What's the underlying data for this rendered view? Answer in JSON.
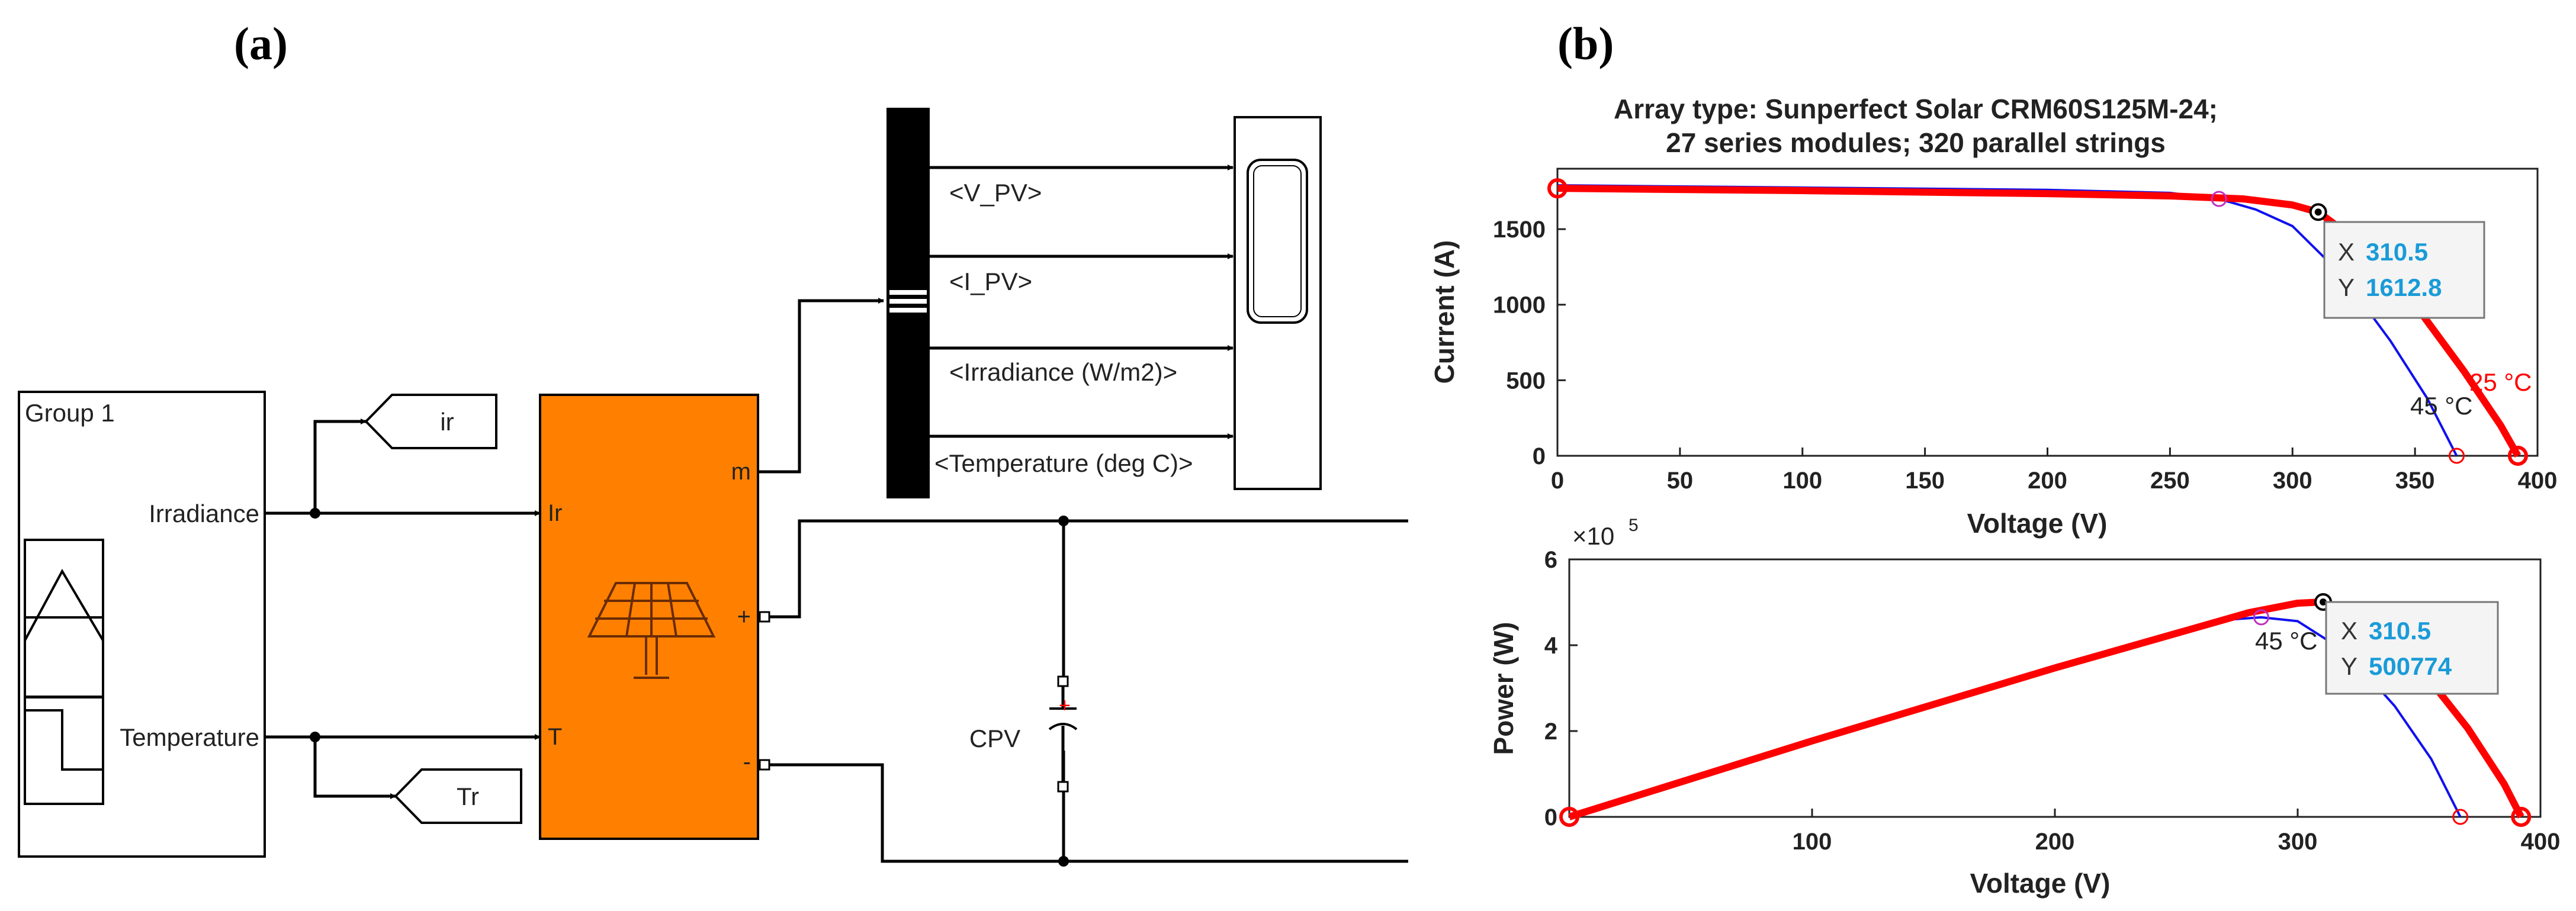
{
  "panel_a": {
    "label": "(a)",
    "group_block": {
      "title": "Group 1",
      "out1": "Irradiance",
      "out2": "Temperature"
    },
    "goto_ir": "ir",
    "goto_tr": "Tr",
    "pv_block": {
      "in1": "Ir",
      "in2": "T",
      "out_m": "m",
      "out_plus": "+",
      "out_minus": "-"
    },
    "bus_signals": [
      "<V_PV>",
      "<I_PV>",
      "<Irradiance (W/m2)>",
      "<Temperature (deg C)>"
    ],
    "capacitor": "CPV"
  },
  "panel_b": {
    "label": "(b)",
    "title_line1": "Array type: Sunperfect Solar CRM60S125M-24;",
    "title_line2": "27 series modules; 320 parallel strings",
    "iv": {
      "ylabel": "Current (A)",
      "xlabel": "Voltage (V)",
      "xticks": [
        "0",
        "50",
        "100",
        "150",
        "200",
        "250",
        "300",
        "350",
        "400"
      ],
      "yticks": [
        "0",
        "500",
        "1000",
        "1500"
      ],
      "label_45": "45 °C",
      "label_25": "25 °C",
      "tip_x_key": "X",
      "tip_x_val": "310.5",
      "tip_y_key": "Y",
      "tip_y_val": "1612.8"
    },
    "pv": {
      "ylabel": "Power (W)",
      "xlabel": "Voltage (V)",
      "exponent": "×10",
      "exponent_power": "5",
      "xticks": [
        "100",
        "200",
        "300",
        "400"
      ],
      "yticks": [
        "0",
        "2",
        "4",
        "6"
      ],
      "label_45": "45 °C",
      "tip_x_key": "X",
      "tip_x_val": "310.5",
      "tip_y_key": "Y",
      "tip_y_val": "500774"
    }
  },
  "colors": {
    "pv_block": "#ff8000",
    "curve_25": "#ff0000",
    "curve_45": "#1010ee",
    "tip_value": "#1a9bd8"
  },
  "chart_data": [
    {
      "type": "line",
      "title": "Array type: Sunperfect Solar CRM60S125M-24; 27 series modules; 320 parallel strings",
      "xlabel": "Voltage (V)",
      "ylabel": "Current (A)",
      "xlim": [
        0,
        400
      ],
      "ylim": [
        0,
        1900
      ],
      "series": [
        {
          "name": "25 °C",
          "x": [
            0,
            100,
            200,
            250,
            280,
            300,
            310.5,
            330,
            350,
            370,
            385,
            392
          ],
          "y": [
            1770,
            1755,
            1735,
            1720,
            1700,
            1660,
            1612.8,
            1380,
            1000,
            560,
            200,
            0
          ]
        },
        {
          "name": "45 °C",
          "x": [
            0,
            100,
            200,
            250,
            270,
            285,
            300,
            320,
            340,
            355,
            367
          ],
          "y": [
            1790,
            1775,
            1760,
            1740,
            1700,
            1630,
            1520,
            1200,
            760,
            380,
            0
          ]
        }
      ],
      "markers": [
        {
          "x": 310.5,
          "y": 1612.8
        }
      ]
    },
    {
      "type": "line",
      "xlabel": "Voltage (V)",
      "ylabel": "Power (W)",
      "xlim": [
        0,
        400
      ],
      "ylim": [
        0,
        6
      ],
      "y_multiplier": "1e5",
      "series": [
        {
          "name": "25 °C",
          "x": [
            0,
            100,
            200,
            280,
            300,
            310.5,
            330,
            350,
            370,
            385,
            392
          ],
          "y": [
            0,
            1.77,
            3.47,
            4.76,
            4.98,
            5.008,
            4.55,
            3.5,
            2.07,
            0.77,
            0
          ]
        },
        {
          "name": "45 °C",
          "x": [
            0,
            100,
            200,
            270,
            285,
            300,
            320,
            340,
            355,
            367
          ],
          "y": [
            0,
            1.78,
            3.52,
            4.59,
            4.65,
            4.56,
            3.84,
            2.58,
            1.35,
            0
          ]
        }
      ],
      "markers": [
        {
          "x": 310.5,
          "y": 5.00774
        }
      ]
    }
  ]
}
